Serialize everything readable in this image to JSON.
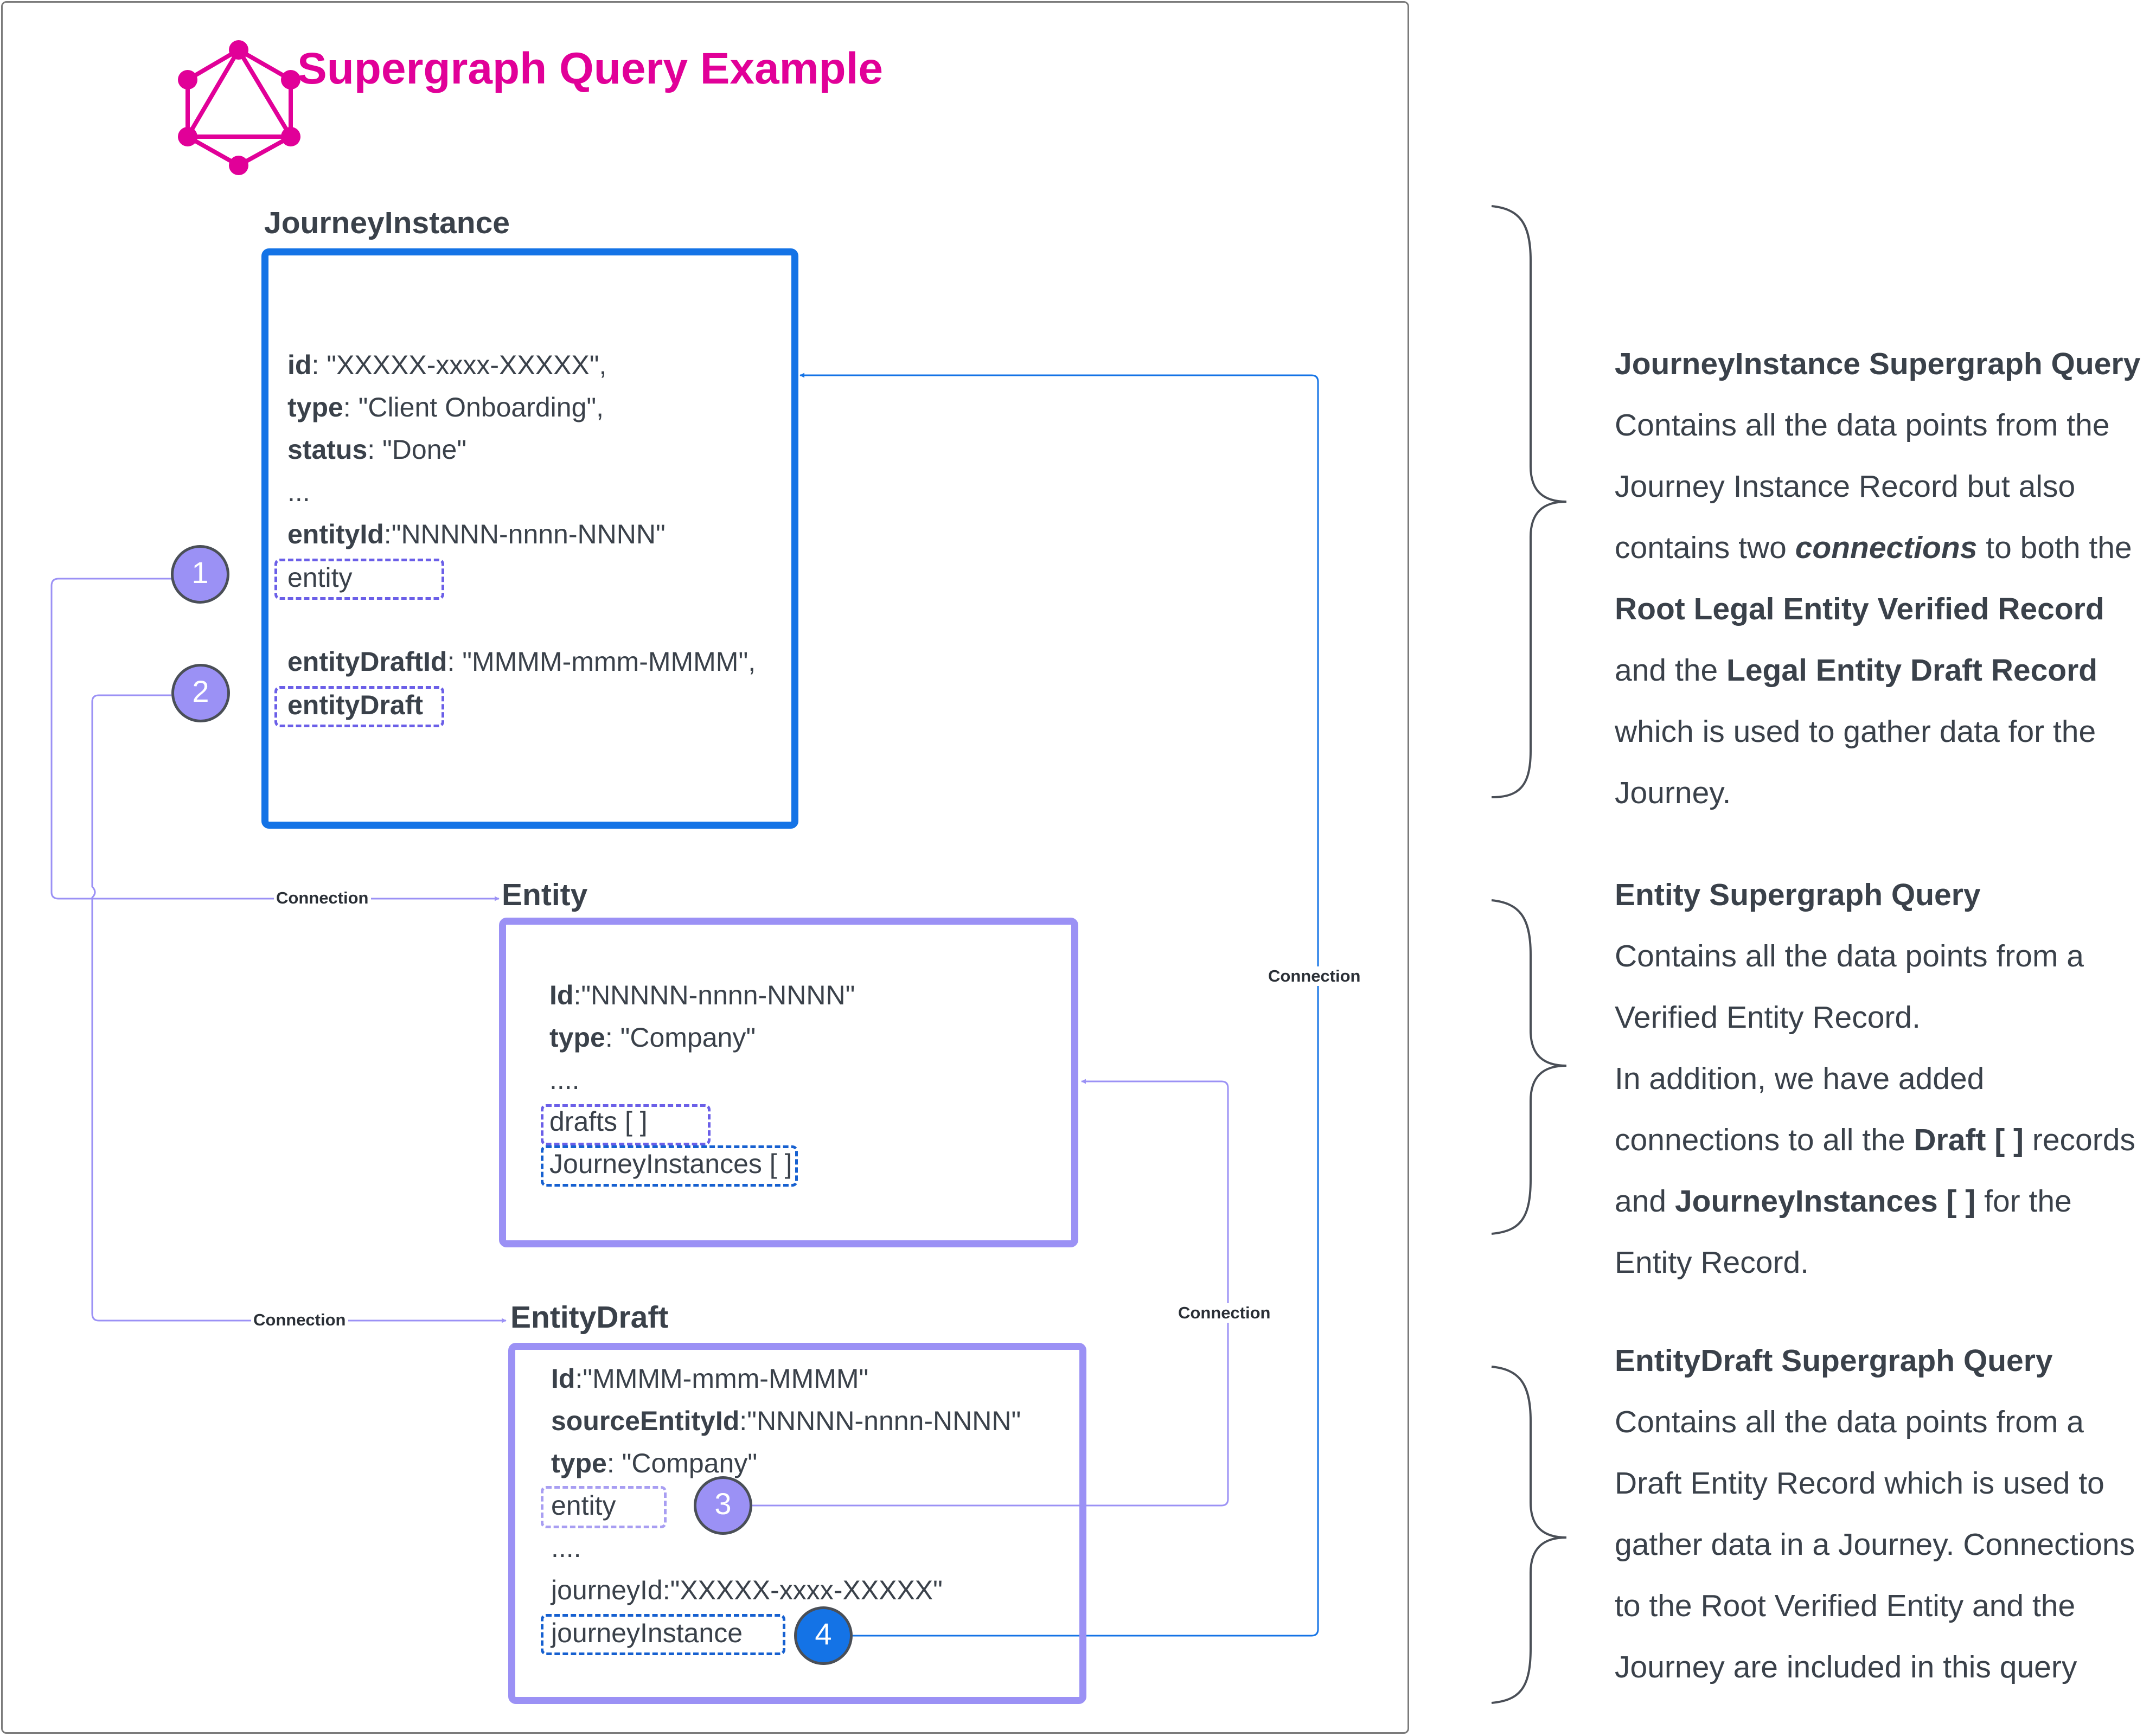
{
  "title": "Supergraph Query Example",
  "journey_instance": {
    "title": "JourneyInstance",
    "id_key": "id",
    "id_val": ": \"XXXXX-xxxx-XXXXX\",",
    "type_key": "type",
    "type_val": ": \"Client Onboarding\",",
    "status_key": "status",
    "status_val": ": \"Done\"",
    "ellipsis": "...",
    "entity_id_key": "entityId",
    "entity_id_val": ":\"NNNNN-nnnn-NNNN\"",
    "entity_field": "entity",
    "entity_draft_id_key": "entityDraftId",
    "entity_draft_id_val": ": \"MMMM-mmm-MMMM\",",
    "entity_draft_field": "entityDraft"
  },
  "entity": {
    "title": "Entity",
    "id_key": "Id",
    "id_val": ":\"NNNNN-nnnn-NNNN\"",
    "type_key": "type",
    "type_val": ": \"Company\"",
    "ellipsis": "....",
    "drafts_field": "drafts [ ]",
    "journey_instances_field": "JourneyInstances [ ]"
  },
  "entity_draft": {
    "title": "EntityDraft",
    "id_key": "Id",
    "id_val": ":\"MMMM-mmm-MMMM\"",
    "source_key": "sourceEntityId",
    "source_val": ":\"NNNNN-nnnn-NNNN\"",
    "type_key": "type",
    "type_val": ": \"Company\"",
    "entity_field": "entity",
    "ellipsis": "....",
    "journey_id": "journeyId:\"XXXXX-xxxx-XXXXX\"",
    "journey_instance_field": "journeyInstance"
  },
  "badges": [
    "1",
    "2",
    "3",
    "4"
  ],
  "connection_label": "Connection",
  "descriptions": {
    "journey_instance": {
      "heading": "JourneyInstance Supergraph Query",
      "l1": "Contains all the data points from the",
      "l2": "Journey Instance Record but also",
      "l3a": "contains two ",
      "l3b": "connections",
      "l3c": " to both the",
      "l4": "Root Legal Entity Verified Record",
      "l5a": "and the ",
      "l5b": "Legal Entity Draft Record",
      "l6": "which is used to gather data for the",
      "l7": "Journey."
    },
    "entity": {
      "heading": "Entity Supergraph Query",
      "l1": "Contains all the data points from a",
      "l2": "Verified Entity Record.",
      "l3": "In addition, we have added",
      "l4a": "connections to all the ",
      "l4b": "Draft [ ]",
      "l4c": " records",
      "l5a": "and ",
      "l5b": "JourneyInstances [ ]",
      "l5c": " for the",
      "l6": "Entity Record."
    },
    "entity_draft": {
      "heading": "EntityDraft Supergraph Query",
      "l1": "Contains all the data points from a",
      "l2": "Draft Entity Record which is used to",
      "l3": "gather data in a Journey. Connections",
      "l4": "to the Root Verified Entity and the",
      "l5": "Journey are included in this query"
    }
  },
  "colors": {
    "title": "#e10098",
    "journey_border": "#1473e6",
    "entity_border": "#9b91f5",
    "connector_purple": "#9b91f5",
    "connector_blue": "#1473e6"
  },
  "icons": [
    "graphql-logo-icon",
    "curly-brace-icon"
  ]
}
